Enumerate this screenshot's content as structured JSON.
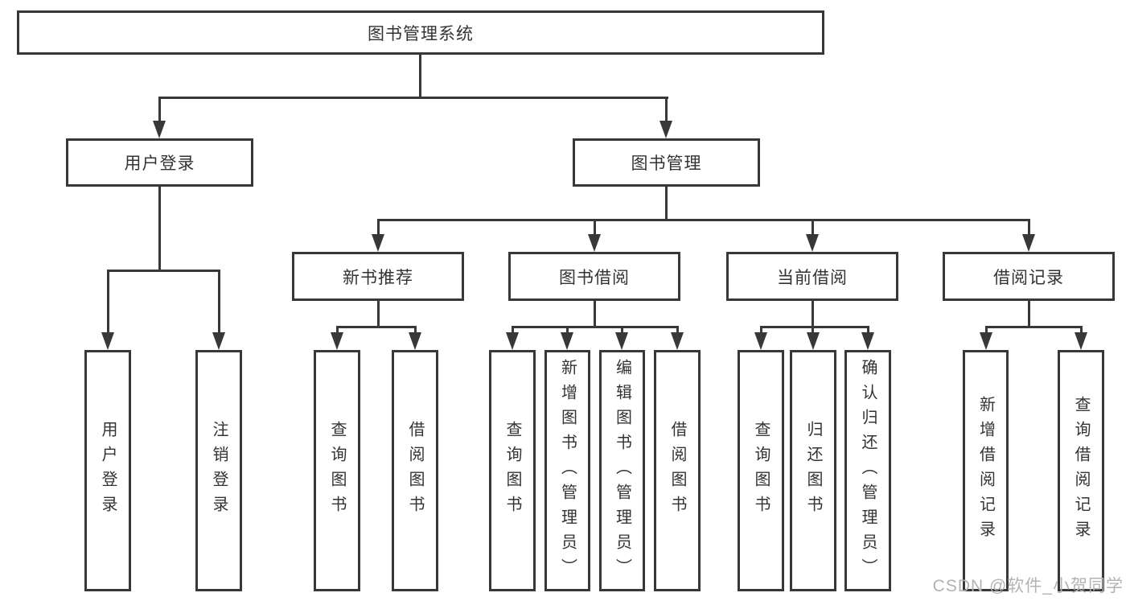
{
  "nodes": {
    "root": {
      "label": "图书管理系统"
    },
    "user_login": {
      "label": "用户登录"
    },
    "book_management": {
      "label": "图书管理"
    },
    "new_book_recommend": {
      "label": "新书推荐"
    },
    "book_borrow": {
      "label": "图书借阅"
    },
    "current_borrow": {
      "label": "当前借阅"
    },
    "borrow_records": {
      "label": "借阅记录"
    },
    "leaf_user_login": {
      "label": "用户登录"
    },
    "leaf_logout": {
      "label": "注销登录"
    },
    "leaf_query_books_recommend": {
      "label": "查询图书"
    },
    "leaf_borrow_books_recommend": {
      "label": "借阅图书"
    },
    "leaf_query_books_borrow": {
      "label": "查询图书"
    },
    "leaf_add_book_admin": {
      "label": "新增图书（管理员）"
    },
    "leaf_edit_book_admin": {
      "label": "编辑图书（管理员）"
    },
    "leaf_borrow_books_borrow": {
      "label": "借阅图书"
    },
    "leaf_query_books_current": {
      "label": "查询图书"
    },
    "leaf_return_books": {
      "label": "归还图书"
    },
    "leaf_confirm_return_admin": {
      "label": "确认归还（管理员）"
    },
    "leaf_add_borrow_record": {
      "label": "新增借阅记录"
    },
    "leaf_query_borrow_record": {
      "label": "查询借阅记录"
    }
  },
  "hierarchy": {
    "图书管理系统": {
      "用户登录": [
        "用户登录",
        "注销登录"
      ],
      "图书管理": {
        "新书推荐": [
          "查询图书",
          "借阅图书"
        ],
        "图书借阅": [
          "查询图书",
          "新增图书（管理员）",
          "编辑图书（管理员）",
          "借阅图书"
        ],
        "当前借阅": [
          "查询图书",
          "归还图书",
          "确认归还（管理员）"
        ],
        "借阅记录": [
          "新增借阅记录",
          "查询借阅记录"
        ]
      }
    }
  },
  "watermark": {
    "label": "CSDN @软件_小贺同学"
  },
  "colors": {
    "line": "#383838",
    "box_border": "#383838",
    "box_fill": "#ffffff",
    "text": "#333333",
    "watermark": "#b3b3b3",
    "background": "#ffffff"
  }
}
